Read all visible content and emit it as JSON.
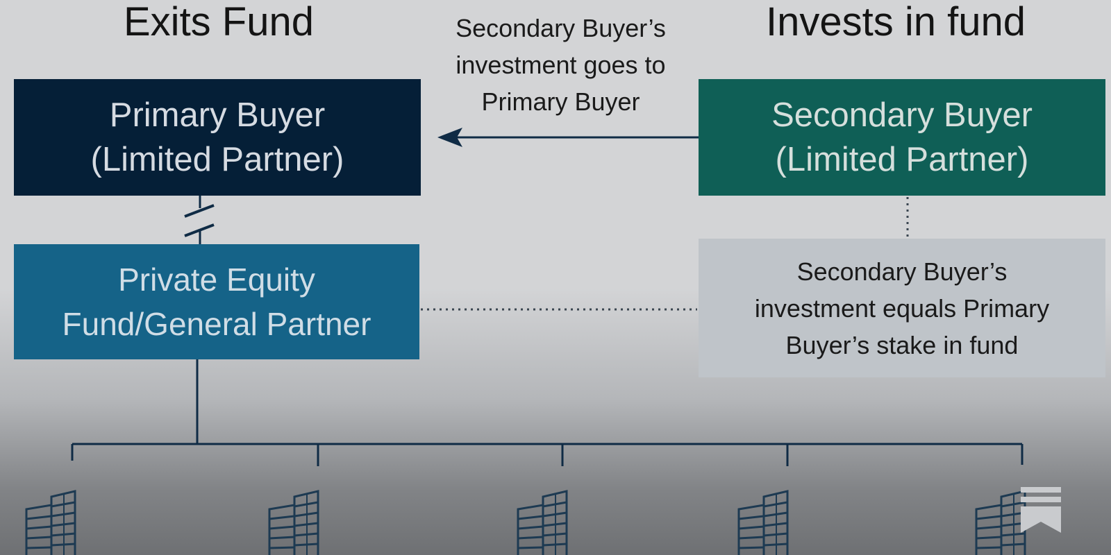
{
  "headings": {
    "left": "Exits Fund",
    "right": "Invests in fund"
  },
  "boxes": {
    "primary": "Primary Buyer\n(Limited Partner)",
    "secondary": "Secondary Buyer\n(Limited Partner)",
    "private_equity": "Private Equity\nFund/General Partner",
    "note": "Secondary Buyer’s\ninvestment equals Primary\nBuyer’s stake in fund"
  },
  "flow_caption": "Secondary Buyer’s\ninvestment goes to\nPrimary Buyer",
  "portfolio_companies": {
    "count": 5,
    "icon": "building-icon"
  },
  "colors": {
    "primary_box": "#051f37",
    "secondary_box": "#0f5f56",
    "private_equity_box": "#156388",
    "note_box": "#bfc4c9",
    "connector": "#0f2b45"
  },
  "icons": [
    "arrow-left-icon",
    "break-mark-icon",
    "building-icon",
    "bookmark-logo-icon"
  ]
}
